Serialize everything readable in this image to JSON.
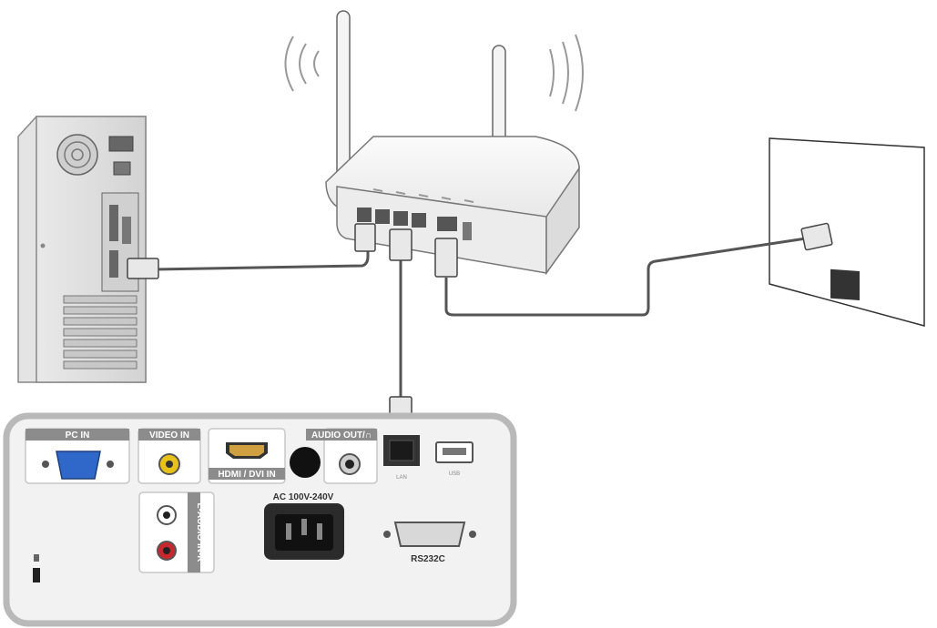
{
  "projector_panel": {
    "pc_in": "PC IN",
    "video_in": "VIDEO IN",
    "hdmi_dvi_in": "HDMI / DVI IN",
    "audio_out": "AUDIO OUT/∩",
    "lan": "LAN",
    "usb": "USB",
    "ac_power": "AC 100V-240V",
    "audio_in": "L-AUDIO IN-R",
    "rs232c": "RS232C"
  },
  "colors": {
    "panel_bg": "#f2f2f2",
    "panel_border": "#b9b9b9",
    "label_bg": "#8c8c8c",
    "vga_blue": "#2f68c8",
    "video_yellow": "#e8c21a",
    "audio_red": "#c8282d",
    "hdmi_gold": "#d0a040",
    "cable": "#555555"
  }
}
